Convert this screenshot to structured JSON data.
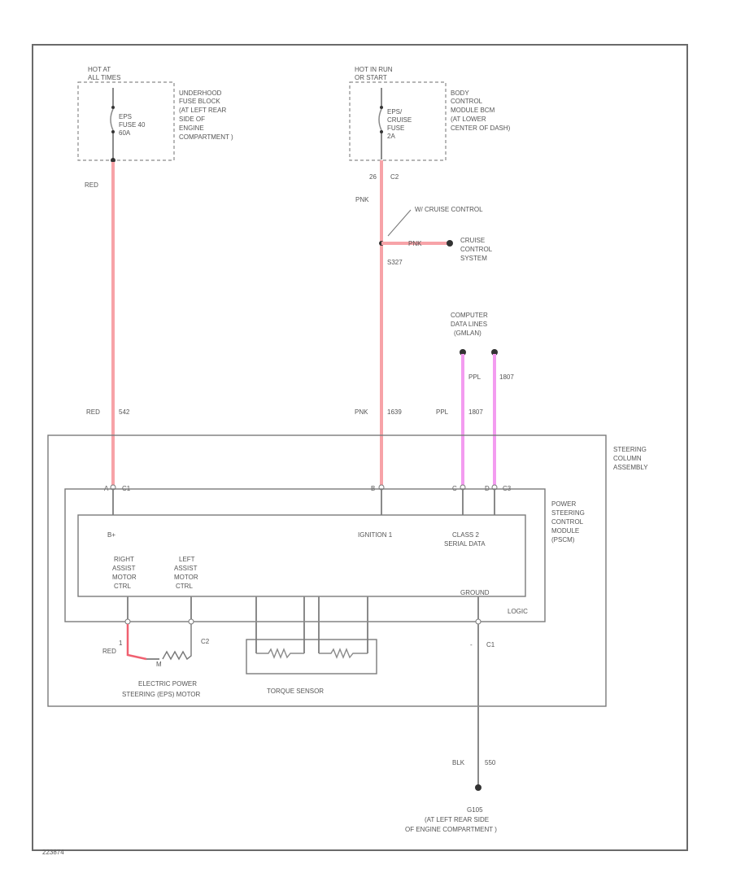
{
  "labels": {
    "hot_left_1": "HOT AT",
    "hot_left_2": "ALL TIMES",
    "fuse_left_1": "EPS",
    "fuse_left_2": "FUSE 40",
    "fuse_left_3": "60A",
    "underhood_1": "UNDERHOOD",
    "underhood_2": "FUSE BLOCK",
    "underhood_3": "(AT LEFT REAR",
    "underhood_4": "SIDE OF",
    "underhood_5": "ENGINE",
    "underhood_6": "COMPARTMENT )",
    "hot_right_1": "HOT IN RUN",
    "hot_right_2": "OR START",
    "fuse_right_1": "EPS/",
    "fuse_right_2": "CRUISE",
    "fuse_right_3": "FUSE",
    "fuse_right_4": "2A",
    "bcm_1": "BODY",
    "bcm_2": "CONTROL",
    "bcm_3": "MODULE BCM",
    "bcm_4": "(AT LOWER",
    "bcm_5": "CENTER OF DASH)",
    "wire_red_1": "RED",
    "conn_c2_pin": "26",
    "conn_c2": "C2",
    "wire_pnk_1": "PNK",
    "cruise_note": "W/ CRUISE CONTROL",
    "wire_pnk_2": "PNK",
    "splice": "S327",
    "cruise_sys_1": "CRUISE",
    "cruise_sys_2": "CONTROL",
    "cruise_sys_3": "SYSTEM",
    "comp_1": "COMPUTER",
    "comp_2": "DATA LINES",
    "comp_3": "(GMLAN)",
    "ppl_1": "PPL",
    "circ_1807a": "1807",
    "wire_red_2": "RED",
    "circ_542": "542",
    "wire_pnk_3": "PNK",
    "circ_1639": "1639",
    "ppl_2": "PPL",
    "circ_1807b": "1807",
    "sca_1": "STEERING",
    "sca_2": "COLUMN",
    "sca_3": "ASSEMBLY",
    "pin_a": "A",
    "conn_c1_top": "C1",
    "pin_b": "B",
    "pin_c": "C",
    "pin_d": "D",
    "conn_c3": "C3",
    "pscm_1": "POWER",
    "pscm_2": "STEERING",
    "pscm_3": "CONTROL",
    "pscm_4": "MODULE",
    "pscm_5": "(PSCM)",
    "bplus": "B+",
    "ignition": "IGNITION 1",
    "class2_1": "CLASS 2",
    "class2_2": "SERIAL DATA",
    "ra_1": "RIGHT",
    "ra_2": "ASSIST",
    "ra_3": "MOTOR",
    "ra_4": "CTRL",
    "la_1": "LEFT",
    "la_2": "ASSIST",
    "la_3": "MOTOR",
    "la_4": "CTRL",
    "ground": "GROUND",
    "logic": "LOGIC",
    "wire_red_motor": "RED",
    "pin_1": "1",
    "motor_m": "M",
    "conn_c2_motor": "C2",
    "pin_dash": "-",
    "conn_c1_bottom": "C1",
    "motor_1": "ELECTRIC POWER",
    "motor_2": "STEERING (EPS) MOTOR",
    "torque": "TORQUE SENSOR",
    "wire_blk": "BLK",
    "circ_550": "550",
    "ground_1": "G105",
    "ground_2": "(AT LEFT REAR SIDE",
    "ground_3": "OF ENGINE COMPARTMENT )",
    "fig_id": "223874"
  },
  "colors": {
    "wire_red": "#f7a3a8",
    "wire_pink": "#f39cf0",
    "wire_gray": "#8a8a8a"
  }
}
